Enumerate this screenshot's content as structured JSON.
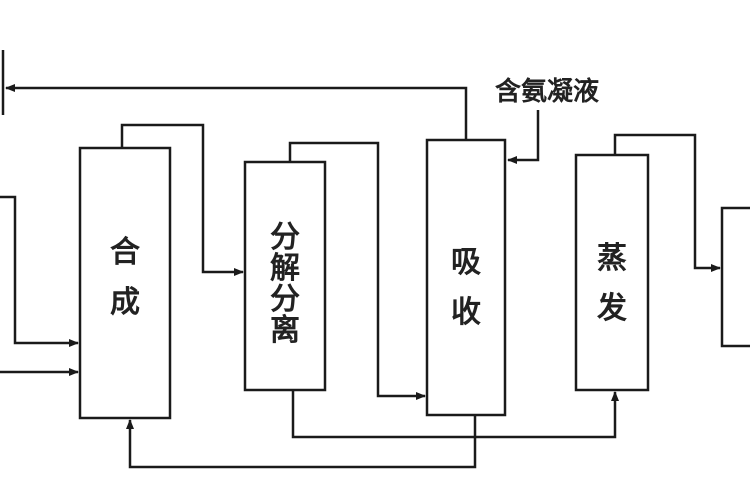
{
  "diagram": {
    "annotation": "含氨凝液",
    "units": [
      {
        "id": "synthesis",
        "label": [
          "合",
          "成"
        ]
      },
      {
        "id": "decomposition",
        "label": [
          "分",
          "解",
          "分",
          "离"
        ]
      },
      {
        "id": "absorption",
        "label": [
          "吸",
          "收"
        ]
      },
      {
        "id": "evaporation",
        "label": [
          "蒸",
          "发"
        ]
      }
    ]
  }
}
